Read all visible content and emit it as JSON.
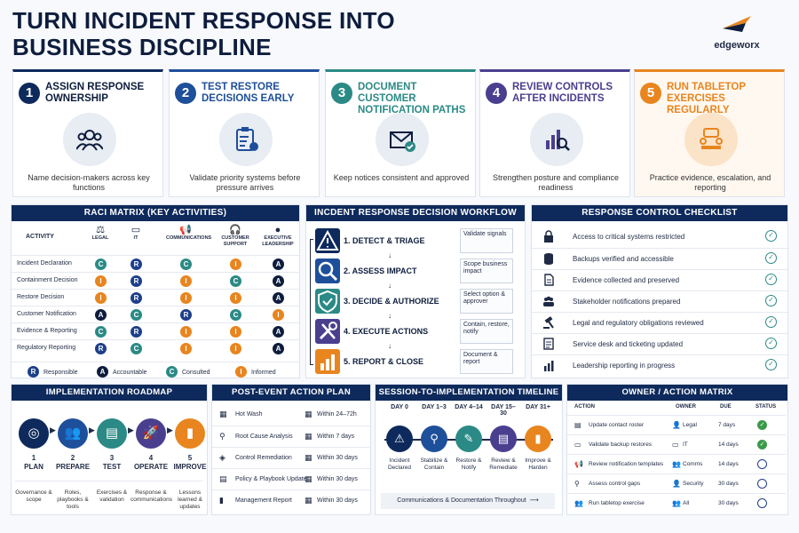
{
  "header": {
    "title_line1": "TURN INCIDENT RESPONSE INTO",
    "title_line2": "BUSINESS DISCIPLINE",
    "brand": "edgeworx"
  },
  "steps": [
    {
      "num": "1",
      "title": "ASSIGN RESPONSE OWNERSHIP",
      "desc": "Name decision-makers across key functions",
      "color": "#0e2a5c",
      "icon": "team-icon"
    },
    {
      "num": "2",
      "title": "TEST RESTORE DECISIONS EARLY",
      "desc": "Validate priority systems before pressure arrives",
      "color": "#1e4f9a",
      "icon": "clipboard-gear-icon"
    },
    {
      "num": "3",
      "title": "DOCUMENT CUSTOMER NOTIFICATION PATHS",
      "desc": "Keep notices consistent and approved",
      "color": "#2b8a85",
      "icon": "envelope-check-icon"
    },
    {
      "num": "4",
      "title": "REVIEW CONTROLS AFTER INCIDENTS",
      "desc": "Strengthen posture and compliance readiness",
      "color": "#4a3f8f",
      "icon": "chart-magnifier-icon"
    },
    {
      "num": "5",
      "title": "RUN TABLETOP EXERCISES REGULARLY",
      "desc": "Practice evidence, escalation, and reporting",
      "color": "#e8851f",
      "icon": "meeting-icon"
    }
  ],
  "raci": {
    "title": "RACI MATRIX (KEY ACTIVITIES)",
    "col_activity": "ACTIVITY",
    "columns": [
      "LEGAL",
      "IT",
      "COMMUNICATIONS",
      "CUSTOMER SUPPORT",
      "EXECUTIVE LEADERSHIP"
    ],
    "rows": [
      {
        "activity": "Incident Declaration",
        "cells": [
          "C",
          "R",
          "C",
          "I",
          "A"
        ]
      },
      {
        "activity": "Containment Decision",
        "cells": [
          "I",
          "R",
          "I",
          "C",
          "A"
        ]
      },
      {
        "activity": "Restore Decision",
        "cells": [
          "I",
          "R",
          "I",
          "I",
          "A"
        ]
      },
      {
        "activity": "Customer Notification",
        "cells": [
          "A",
          "C",
          "R",
          "C",
          "I"
        ]
      },
      {
        "activity": "Evidence & Reporting",
        "cells": [
          "C",
          "R",
          "I",
          "I",
          "A"
        ]
      },
      {
        "activity": "Regulatory Reporting",
        "cells": [
          "R",
          "C",
          "I",
          "I",
          "A"
        ]
      }
    ],
    "legend": [
      {
        "key": "R",
        "label": "Responsible"
      },
      {
        "key": "A",
        "label": "Accountable"
      },
      {
        "key": "C",
        "label": "Consulted"
      },
      {
        "key": "I",
        "label": "Informed"
      }
    ]
  },
  "workflow": {
    "title": "INCDENT RESPONSE DECISION WORKFLOW",
    "steps": [
      {
        "label": "1. DETECT & TRIAGE",
        "note": "Validate signals",
        "color": "#0e2a5c",
        "icon": "warning-icon"
      },
      {
        "label": "2. ASSESS IMPACT",
        "note": "Scope business impact",
        "color": "#1e4f9a",
        "icon": "magnifier-icon"
      },
      {
        "label": "3. DECIDE & AUTHORIZE",
        "note": "Select option & approver",
        "color": "#2b8a85",
        "icon": "shield-check-icon"
      },
      {
        "label": "4. EXECUTE ACTIONS",
        "note": "Contain, restore, notify",
        "color": "#4a3f8f",
        "icon": "tools-icon"
      },
      {
        "label": "5. REPORT & CLOSE",
        "note": "Document & report",
        "color": "#e8851f",
        "icon": "report-chart-icon"
      }
    ]
  },
  "checklist": {
    "title": "RESPONSE CONTROL CHECKLIST",
    "items": [
      {
        "text": "Access to critical systems restricted",
        "icon": "lock-icon"
      },
      {
        "text": "Backups verified and accessible",
        "icon": "database-icon"
      },
      {
        "text": "Evidence collected and preserved",
        "icon": "document-icon"
      },
      {
        "text": "Stakeholder notifications prepared",
        "icon": "people-icon"
      },
      {
        "text": "Legal and regulatory obligations reviewed",
        "icon": "gavel-icon"
      },
      {
        "text": "Service desk and ticketing updated",
        "icon": "ticket-icon"
      },
      {
        "text": "Leadership reporting in progress",
        "icon": "bar-chart-icon"
      }
    ]
  },
  "roadmap": {
    "title": "IMPLEMENTATION ROADMAP",
    "stages": [
      {
        "num": "1",
        "label": "PLAN",
        "desc": "Governance & scope",
        "color": "#0e2a5c"
      },
      {
        "num": "2",
        "label": "PREPARE",
        "desc": "Roles, playbooks & tools",
        "color": "#1e4f9a"
      },
      {
        "num": "3",
        "label": "TEST",
        "desc": "Exercises & validation",
        "color": "#2b8a85"
      },
      {
        "num": "4",
        "label": "OPERATE",
        "desc": "Response & communications",
        "color": "#4a3f8f"
      },
      {
        "num": "5",
        "label": "IMPROVE",
        "desc": "Lessons learned & updates",
        "color": "#e8851f"
      }
    ]
  },
  "post_event": {
    "title": "POST-EVENT ACTION PLAN",
    "rows": [
      {
        "action": "Hot Wash",
        "when": "Within 24–72h"
      },
      {
        "action": "Root Cause Analysis",
        "when": "Within 7 days"
      },
      {
        "action": "Control Remediation",
        "when": "Within 30 days"
      },
      {
        "action": "Policy & Playbook Update",
        "when": "Within 30 days"
      },
      {
        "action": "Management Report",
        "when": "Within 30 days"
      }
    ]
  },
  "timeline": {
    "title": "SESSION-TO-IMPLEMENTATION TIMELINE",
    "points": [
      {
        "day": "DAY 0",
        "label": "Incident Declared",
        "color": "#0e2a5c"
      },
      {
        "day": "DAY 1–3",
        "label": "Stabilize & Contain",
        "color": "#1e4f9a"
      },
      {
        "day": "DAY 4–14",
        "label": "Restore & Notify",
        "color": "#2b8a85"
      },
      {
        "day": "DAY 15–30",
        "label": "Review & Remediate",
        "color": "#4a3f8f"
      },
      {
        "day": "DAY 31+",
        "label": "Improve & Harden",
        "color": "#e8851f"
      }
    ],
    "footer": "Communications & Documentation Throughout"
  },
  "owner_matrix": {
    "title": "OWNER / ACTION MATRIX",
    "headers": {
      "action": "ACTION",
      "owner": "OWNER",
      "due": "DUE",
      "status": "STATUS"
    },
    "rows": [
      {
        "action": "Update contact roster",
        "owner": "Legal",
        "due": "7 days",
        "status": "done"
      },
      {
        "action": "Validate backup restores",
        "owner": "IT",
        "due": "14 days",
        "status": "done"
      },
      {
        "action": "Review notification templates",
        "owner": "Comms",
        "due": "14 days",
        "status": "open"
      },
      {
        "action": "Assess control gaps",
        "owner": "Security",
        "due": "30 days",
        "status": "open"
      },
      {
        "action": "Run tabletop exercise",
        "owner": "All",
        "due": "30 days",
        "status": "open"
      }
    ]
  }
}
